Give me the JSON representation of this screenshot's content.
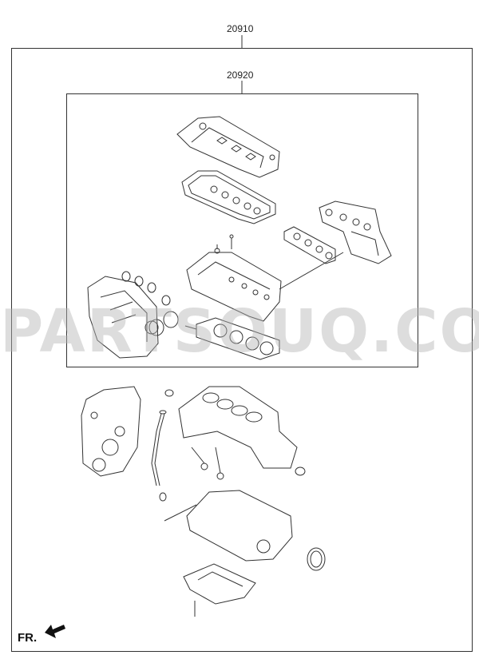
{
  "labels": {
    "outer_part_number": "20910",
    "inner_part_number": "20920",
    "front_marker": "FR."
  },
  "watermark": {
    "text": "PARTSOUQ.COM"
  },
  "icons": {
    "front_arrow": "front-direction-arrow-icon"
  },
  "colors": {
    "line": "#333333",
    "watermark": "#b4b4b4"
  }
}
